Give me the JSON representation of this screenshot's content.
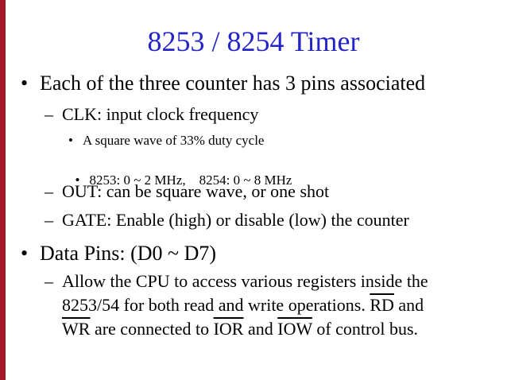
{
  "slide": {
    "accent_bar_color": "#a3182b",
    "title_color": "#2424c8",
    "title": "8253 / 8254 Timer",
    "items": [
      {
        "level": 1,
        "marker": "•",
        "text": "Each of the three counter has 3 pins associated"
      },
      {
        "level": 2,
        "marker": "–",
        "text": "CLK: input clock frequency"
      },
      {
        "level": 3,
        "marker": "•",
        "text": "A square wave of 33% duty cycle"
      },
      {
        "level": 3,
        "marker": "•",
        "text": "8253: 0 ~ 2 MHz,    8254: 0 ~ 8 MHz"
      },
      {
        "level": 2,
        "marker": "–",
        "text": "OUT: can be square wave, or one shot"
      },
      {
        "level": 2,
        "marker": "–",
        "text": "GATE: Enable (high) or disable (low) the counter"
      },
      {
        "level": 1,
        "marker": "•",
        "text": "Data Pins: (D0 ~ D7)"
      },
      {
        "level": 2,
        "marker": "–",
        "text": "Allow the CPU to access various registers inside the"
      }
    ],
    "para_line2": {
      "a": "8253/54 for both read and write operations. ",
      "rd": "RD",
      "b": " and"
    },
    "para_line3": {
      "wr": "WR",
      "a": " are connected to ",
      "ior": "IOR",
      "b": " and ",
      "iow": "IOW",
      "c": " of control bus."
    }
  }
}
